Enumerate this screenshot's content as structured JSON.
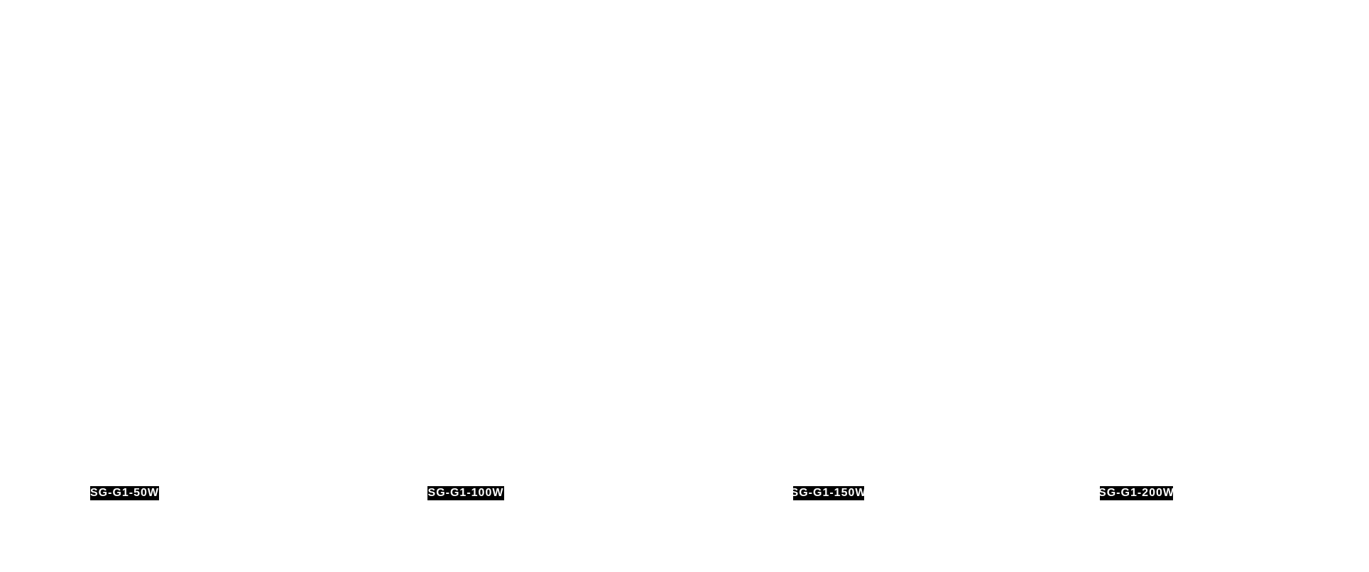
{
  "colors": {
    "page_background": "#ffffff",
    "label_background": "#000000",
    "label_text": "#ffffff"
  },
  "products": [
    {
      "model": "SG-G1-50W"
    },
    {
      "model": "SG-G1-100W"
    },
    {
      "model": "SG-G1-150W"
    },
    {
      "model": "SG-G1-200W"
    }
  ]
}
